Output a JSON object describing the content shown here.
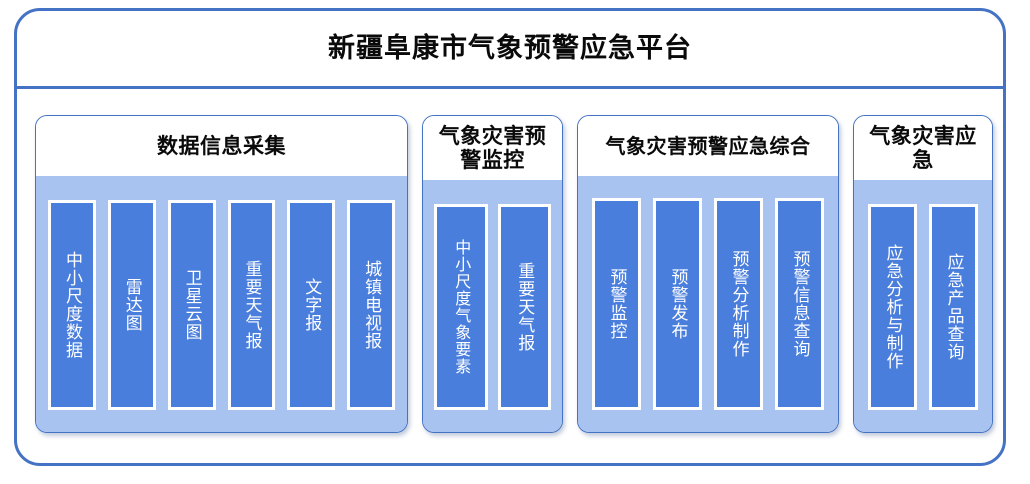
{
  "platform": {
    "title": "新疆阜康市气象预警应急平台"
  },
  "colors": {
    "frame_border": "#4472C4",
    "panel_border": "#4472C4",
    "panel_body": "#A8C3F0",
    "item_card": "#4A7EDC",
    "item_text": "#FFFFFF",
    "title_text": "#0A0A0A"
  },
  "groups": [
    {
      "title": "数据信息采集",
      "items": [
        {
          "label": "中小尺度数据"
        },
        {
          "label": "雷达图"
        },
        {
          "label": "卫星云图"
        },
        {
          "label": "重要天气报"
        },
        {
          "label": "文字报"
        },
        {
          "label": "城镇电视报"
        }
      ]
    },
    {
      "title": "气象灾害预警监控",
      "items": [
        {
          "label": "中小尺度气象要素"
        },
        {
          "label": "重要天气报"
        }
      ]
    },
    {
      "title": "气象灾害预警应急综合",
      "items": [
        {
          "label": "预警监控"
        },
        {
          "label": "预警发布"
        },
        {
          "label": "预警分析制作"
        },
        {
          "label": "预警信息查询"
        }
      ]
    },
    {
      "title": "气象灾害应急",
      "items": [
        {
          "label": "应急分析与制作"
        },
        {
          "label": "应急产品查询"
        }
      ]
    }
  ]
}
